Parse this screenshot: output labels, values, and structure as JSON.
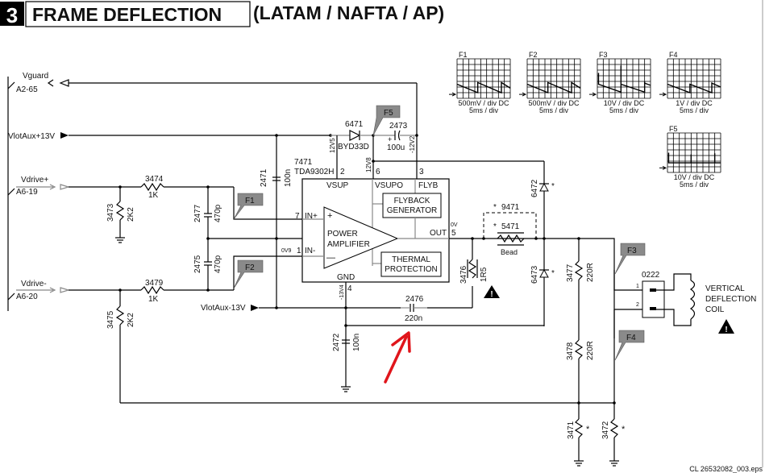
{
  "header": {
    "section_number": "3",
    "title": "FRAME DEFLECTION",
    "subtitle": "(LATAM / NAFTA / AP)"
  },
  "connectors": [
    {
      "signal": "Vguard",
      "pin": "A2-65"
    },
    {
      "signal": "VlotAux+13V",
      "pin": ""
    },
    {
      "signal": "Vdrive+",
      "pin": "A6-19"
    },
    {
      "signal": "Vdrive-",
      "pin": "A6-20"
    },
    {
      "signal": "VlotAux-13V",
      "pin": ""
    }
  ],
  "ic": {
    "ref": "7471",
    "part": "TDA9302H",
    "pins": {
      "vsup": "VSUP",
      "vsupo": "VSUPO",
      "flyb": "FLYB",
      "in_plus": "IN+",
      "in_minus": "IN-",
      "out": "OUT",
      "gnd": "GND"
    },
    "pin_numbers": {
      "vsup": "2",
      "vsupo": "6",
      "flyb": "3",
      "in_plus": "7",
      "in_minus": "1",
      "out": "5",
      "gnd": "4"
    },
    "blocks": {
      "amp": [
        "POWER",
        "AMPLIFIER"
      ],
      "flyback": [
        "FLYBACK",
        "GENERATOR"
      ],
      "thermal": [
        "THERMAL",
        "PROTECTION"
      ]
    },
    "plus_sign": "+",
    "minus_sign": "—"
  },
  "voltages": {
    "v12v5": "12V5",
    "v12v8": "12V8",
    "vm12v2": "-12V2",
    "vm13v4": "-13V4",
    "v0v9": "0V9",
    "v0v": "0V"
  },
  "components": {
    "r3474": {
      "ref": "3474",
      "value": "1K"
    },
    "r3479": {
      "ref": "3479",
      "value": "1K"
    },
    "r3473": {
      "ref": "3473",
      "value": "2K2"
    },
    "r3475": {
      "ref": "3475",
      "value": "2K2"
    },
    "c2477": {
      "ref": "2477",
      "value": "470p"
    },
    "c2475": {
      "ref": "2475",
      "value": "470p"
    },
    "c2471": {
      "ref": "2471",
      "value": "100n"
    },
    "d6471": {
      "ref": "6471",
      "value": "BYD33D"
    },
    "c2473": {
      "ref": "2473",
      "value": "100u"
    },
    "c2476": {
      "ref": "2476",
      "value": "220n"
    },
    "c2472": {
      "ref": "2472",
      "value": "100n"
    },
    "r3476": {
      "ref": "3476",
      "value": "1R5"
    },
    "l9471": {
      "ref": "9471",
      "mark": "*"
    },
    "l5471": {
      "ref": "5471",
      "value": "Bead",
      "mark": "*"
    },
    "d6472": {
      "ref": "6472",
      "mark": "*"
    },
    "d6473": {
      "ref": "6473",
      "mark": "*"
    },
    "r3477": {
      "ref": "3477",
      "value": "220R"
    },
    "r3478": {
      "ref": "3478",
      "value": "220R"
    },
    "r3471": {
      "ref": "3471",
      "mark": "*"
    },
    "r3472": {
      "ref": "3472",
      "mark": "*"
    },
    "conn0222": {
      "ref": "0222",
      "pin1": "1",
      "pin2": "2"
    }
  },
  "coil": {
    "lines": [
      "VERTICAL",
      "DEFLECTION",
      "COIL"
    ]
  },
  "test_points": [
    "F1",
    "F2",
    "F3",
    "F4",
    "F5"
  ],
  "waveforms": [
    {
      "label": "F1",
      "scale": "500mV / div DC",
      "time": "5ms / div"
    },
    {
      "label": "F2",
      "scale": "500mV / div DC",
      "time": "5ms / div"
    },
    {
      "label": "F3",
      "scale": "10V / div DC",
      "time": "5ms / div"
    },
    {
      "label": "F4",
      "scale": "1V / div DC",
      "time": "5ms / div"
    },
    {
      "label": "F5",
      "scale": "10V / div DC",
      "time": "5ms / div"
    }
  ],
  "footer": {
    "file": "CL 26532082_003.eps"
  },
  "annotation_color": "#e0151b"
}
